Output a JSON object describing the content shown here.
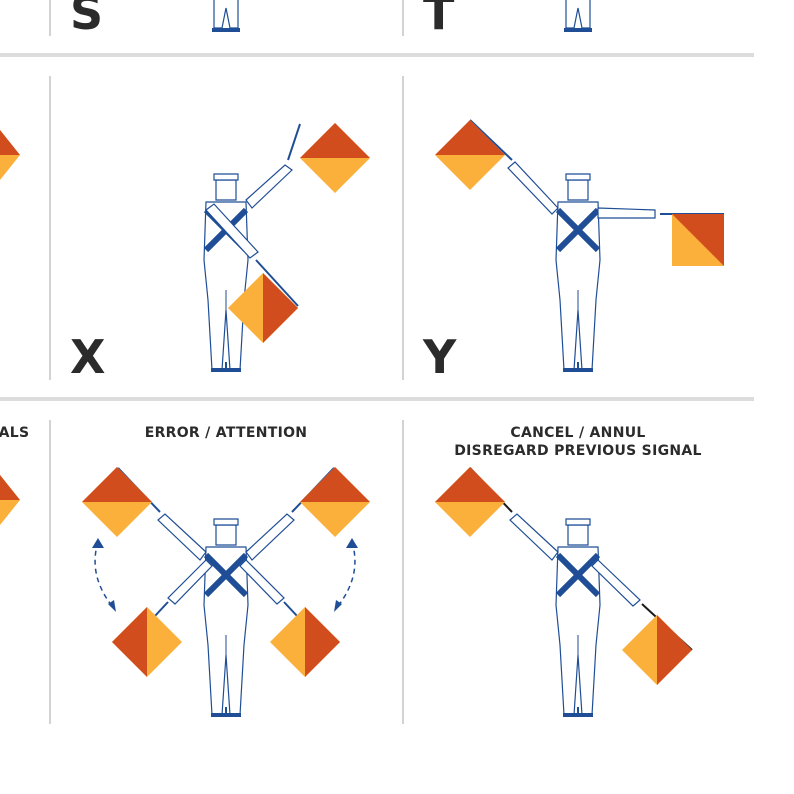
{
  "colors": {
    "flag_red": "#d14d1e",
    "flag_yellow": "#fbb03b",
    "figure_blue": "#1f4e96",
    "divider": "#dcdcdc",
    "text": "#2b2b2b"
  },
  "row1": {
    "cells": [
      {
        "letter": "S"
      },
      {
        "letter": "T"
      }
    ]
  },
  "row2": {
    "cells": [
      {
        "letter": "X"
      },
      {
        "letter": "Y"
      }
    ]
  },
  "row3": {
    "cells": [
      {
        "caption": "ALS"
      },
      {
        "caption": "ERROR / ATTENTION"
      },
      {
        "caption_line1": "CANCEL / ANNUL",
        "caption_line2": "DISREGARD PREVIOUS SIGNAL"
      }
    ]
  },
  "icons": [
    "flag-icon",
    "signaller-figure-icon",
    "motion-arrow-icon"
  ]
}
